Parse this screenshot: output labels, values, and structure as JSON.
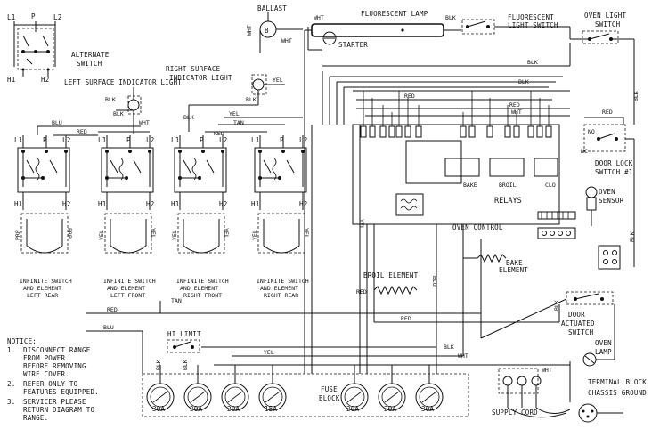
{
  "alternate_switch": {
    "l1": "L1",
    "p": "P",
    "l2": "L2",
    "h1": "H1",
    "h2": "H2",
    "title_1": "ALTERNATE",
    "title_2": "SWITCH"
  },
  "left_indicator": {
    "label": "LEFT SURFACE INDICATOR LIGHT"
  },
  "right_indicator": {
    "label_1": "RIGHT SURFACE",
    "label_2": "INDICATOR LIGHT"
  },
  "ballast": {
    "label": "BALLAST",
    "b": "B"
  },
  "starter": {
    "label": "STARTER"
  },
  "fluorescent_lamp": {
    "label": "FLUORESCENT LAMP"
  },
  "fluorescent_switch": {
    "label_1": "FLUORESCENT",
    "label_2": "LIGHT SWITCH"
  },
  "oven_light_switch": {
    "label_1": "OVEN LIGHT",
    "label_2": "SWITCH"
  },
  "wire_labels": {
    "blk": "BLK",
    "wht": "WHT",
    "red": "RED",
    "blu": "BLU",
    "yel": "YEL",
    "tan": "TAN",
    "prp": "PRP"
  },
  "infinite_switches": [
    {
      "line_1": "INFINITE SWITCH",
      "line_2": "AND ELEMENT",
      "line_3": "LEFT REAR",
      "wire": "PRP"
    },
    {
      "line_1": "INFINITE SWITCH",
      "line_2": "AND ELEMENT",
      "line_3": "LEFT FRONT",
      "wire": "YEL"
    },
    {
      "line_1": "INFINITE SWITCH",
      "line_2": "AND ELEMENT",
      "line_3": "RIGHT FRONT",
      "wire": "YEL"
    },
    {
      "line_1": "INFINITE SWITCH",
      "line_2": "AND ELEMENT",
      "line_3": "RIGHT REAR",
      "wire": "YEL"
    }
  ],
  "terminals": {
    "l1": "L1",
    "p": "P",
    "l2": "L2",
    "h1": "H1",
    "h2": "H2"
  },
  "relays": {
    "label": "RELAYS",
    "bake": "BAKE",
    "broil": "BROIL",
    "clo": "CLO"
  },
  "oven_control": {
    "label": "OVEN CONTROL"
  },
  "bake_element": {
    "label_1": "BAKE",
    "label_2": "ELEMENT"
  },
  "broil_element": {
    "label": "BROIL ELEMENT"
  },
  "door_lock_switch": {
    "label_1": "DOOR LOCK",
    "label_2": "SWITCH #1",
    "nc": "NC",
    "no": "NO"
  },
  "oven_sensor": {
    "label_1": "OVEN",
    "label_2": "SENSOR"
  },
  "door_actuated_switch": {
    "label_1": "DOOR",
    "label_2": "ACTUATED",
    "label_3": "SWITCH"
  },
  "oven_lamp": {
    "label_1": "OVEN",
    "label_2": "LAMP"
  },
  "hi_limit": {
    "label": "HI LIMIT"
  },
  "fuse_block": {
    "label_1": "FUSE",
    "label_2": "BLOCK",
    "fuses": [
      "30A",
      "20A",
      "20A",
      "15A",
      "20A",
      "20A",
      "30A"
    ]
  },
  "terminal_block": {
    "label_1": "TERMINAL BLOCK",
    "label_2": "CHASSIS GROUND"
  },
  "supply_cord": {
    "label": "SUPPLY CORD"
  },
  "notice": {
    "title": "NOTICE:",
    "n1": "1.",
    "l1": "DISCONNECT RANGE",
    "l1b": "FROM POWER",
    "l1c": "BEFORE REMOVING",
    "l1d": "WIRE COVER.",
    "n2": "2.",
    "l2": "REFER ONLY TO",
    "l2b": "FEATURES EQUIPPED.",
    "n3": "3.",
    "l3": "SERVICER PLEASE",
    "l3b": "RETURN DIAGRAM TO",
    "l3c": "RANGE."
  }
}
